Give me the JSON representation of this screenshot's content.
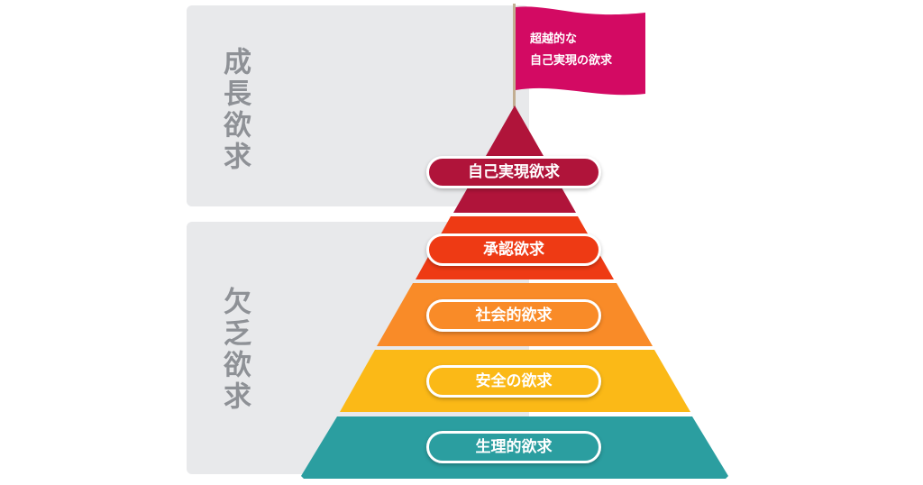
{
  "groups": {
    "growth": {
      "label": "成長欲求"
    },
    "deficiency": {
      "label": "欠乏欲求"
    }
  },
  "flag": {
    "line1": "超越的な",
    "line2": "自己実現の欲求",
    "color": "#d30a63"
  },
  "levels": [
    {
      "label": "自己実現欲求",
      "color": "#b0143a"
    },
    {
      "label": "承認欲求",
      "color": "#ee3a14"
    },
    {
      "label": "社会的欲求",
      "color": "#f98b28"
    },
    {
      "label": "安全の欲求",
      "color": "#fbb917"
    },
    {
      "label": "生理的欲求",
      "color": "#2b9ea0"
    }
  ]
}
